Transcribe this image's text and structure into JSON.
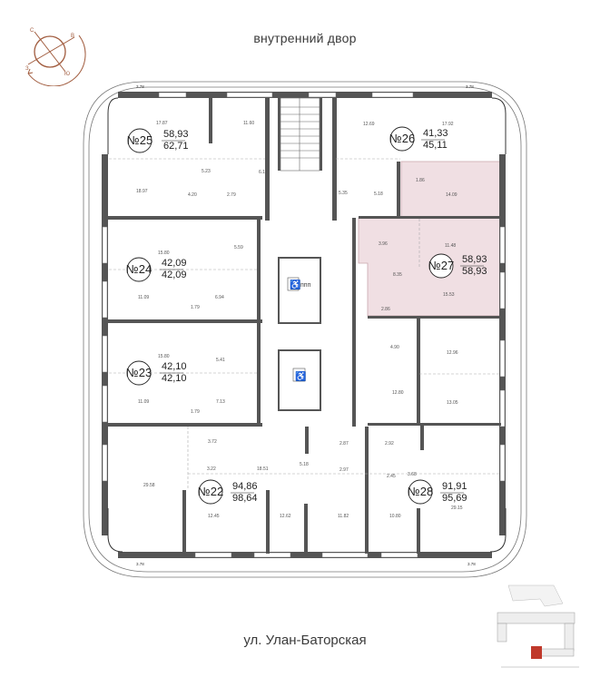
{
  "labels": {
    "courtyard": "внутренний двор",
    "street": "ул. Улан-Баторская"
  },
  "compass": {
    "north": "С",
    "east": "В",
    "south": "Ю",
    "west": "З"
  },
  "colors": {
    "wall": "#555555",
    "highlight": "#f0dfe3",
    "highlight_border": "#c9a6ad",
    "compass": "#a05a3c",
    "minimap_highlight": "#c0392b"
  },
  "dimensions": {
    "corner_tl": "3.78",
    "corner_tr": "3.78",
    "corner_bl": "3.78",
    "corner_br": "3.78"
  },
  "apartments": [
    {
      "id": "25",
      "number": "№25",
      "living_area": "58,93",
      "total_area": "62,71",
      "highlighted": false
    },
    {
      "id": "26",
      "number": "№26",
      "living_area": "41,33",
      "total_area": "45,11",
      "highlighted": false
    },
    {
      "id": "24",
      "number": "№24",
      "living_area": "42,09",
      "total_area": "42,09",
      "highlighted": false
    },
    {
      "id": "27",
      "number": "№27",
      "living_area": "58,93",
      "total_area": "58,93",
      "highlighted": true
    },
    {
      "id": "23",
      "number": "№23",
      "living_area": "42,10",
      "total_area": "42,10",
      "highlighted": false
    },
    {
      "id": "22",
      "number": "№22",
      "living_area": "94,86",
      "total_area": "98,64",
      "highlighted": false
    },
    {
      "id": "28",
      "number": "№28",
      "living_area": "91,91",
      "total_area": "95,69",
      "highlighted": false
    }
  ],
  "rooms": {
    "a25": [
      "17.87",
      "11.60",
      "5.23",
      "18.97",
      "4.20",
      "2.79",
      "6.19"
    ],
    "a26": [
      "12.69",
      "17.92",
      "5.35",
      "5.18",
      "1.86",
      "14.09"
    ],
    "a24": [
      "15.80",
      "5.59",
      "11.09",
      "6.94",
      "1.79"
    ],
    "a27": [
      "3.96",
      "11.48",
      "8.35",
      "15.53",
      "2.86"
    ],
    "a23": [
      "15.80",
      "5.41",
      "11.09",
      "7.13",
      "1.79"
    ],
    "a22": [
      "3.72",
      "3.22",
      "29.58",
      "18.51",
      "12.45",
      "12.62",
      "5.18",
      "2.87",
      "2.97"
    ],
    "a28": [
      "2.92",
      "2.45",
      "3.68",
      "29.15",
      "11.82",
      "10.80",
      "4.90",
      "12.80",
      "12.96",
      "13.05"
    ]
  },
  "core": {
    "elevator_label": "ппп"
  }
}
